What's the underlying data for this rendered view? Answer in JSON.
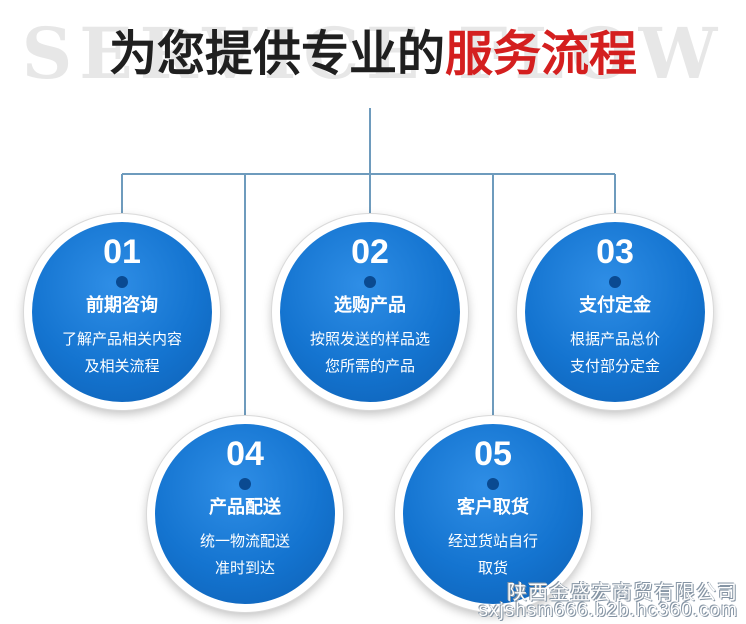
{
  "background_word": "SERVICE FLOW",
  "headline": {
    "prefix": "为您提供专业的",
    "highlight": "服务流程"
  },
  "colors": {
    "circle_blue": "#1474d0",
    "headline_red": "#d41f1f",
    "connector_line": "#6e9bbd"
  },
  "steps": [
    {
      "number": "01",
      "title": "前期咨询",
      "lines": [
        "了解产品相关内容",
        "及相关流程"
      ]
    },
    {
      "number": "02",
      "title": "选购产品",
      "lines": [
        "按照发送的样品选",
        "您所需的产品"
      ]
    },
    {
      "number": "03",
      "title": "支付定金",
      "lines": [
        "根据产品总价",
        "支付部分定金"
      ]
    },
    {
      "number": "04",
      "title": "产品配送",
      "lines": [
        "统一物流配送",
        "准时到达"
      ]
    },
    {
      "number": "05",
      "title": "客户取货",
      "lines": [
        "经过货站自行",
        "取货"
      ]
    }
  ],
  "watermark": {
    "company": "陕西金盛宏商贸有限公司",
    "site": "sxjshsm666.b2b.hc360.com"
  }
}
